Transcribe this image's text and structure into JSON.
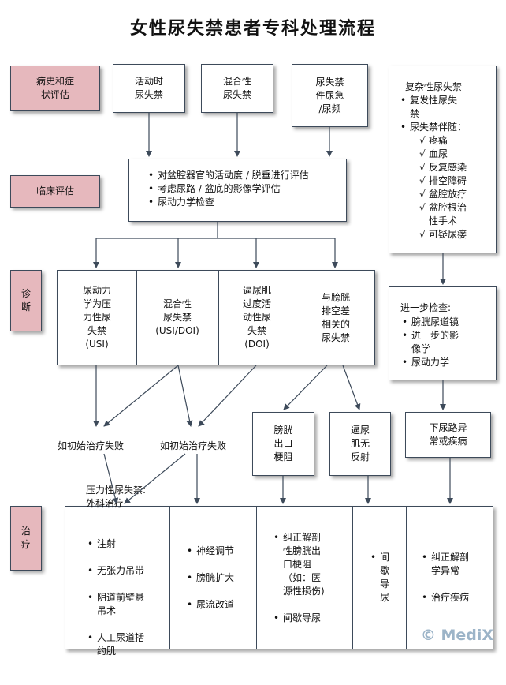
{
  "title": "女性尿失禁患者专科处理流程",
  "stages": {
    "history": "病史和症\n状评估",
    "clinical": "临床评估",
    "diagnosis": "诊\n断",
    "treatment": "治\n疗"
  },
  "top_boxes": {
    "activity": "活动时\n尿失禁",
    "mixed": "混合性\n尿失禁",
    "urge": "尿失禁\n件尿急\n/尿频"
  },
  "complex": {
    "heading": "复杂性尿失禁",
    "items": [
      "复发性尿失\n禁",
      "尿失禁伴随："
    ],
    "checks": [
      "疼痛",
      "血尿",
      "反复感染",
      "排空障碍",
      "盆腔放疗",
      "盆腔根治\n性手术",
      "可疑尿瘘"
    ]
  },
  "clinical_eval": {
    "items": [
      "对盆腔器官的活动度 / 脱垂进行评估",
      "考虑尿路 / 盆底的影像学评估",
      "尿动力学检查"
    ]
  },
  "diagnosis": {
    "cells": [
      "尿动力\n学为压\n力性尿\n失禁\n(USI)",
      "混合性\n尿失禁\n(USI/DOI)",
      "逼尿肌\n过度活\n动性尿\n失禁\n(DOI)",
      "与膀胱\n排空差\n相关的\n尿失禁"
    ]
  },
  "further": {
    "heading": "进一步检查:",
    "items": [
      "膀胱尿道镜",
      "进一步的影\n像学",
      "尿动力学"
    ]
  },
  "failure_labels": [
    "如初始治疗失败",
    "如初始治疗失败"
  ],
  "mid_boxes": {
    "bladder_outlet": "膀胱\n出口\n梗阻",
    "detrusor": "逼尿\n肌无\n反射",
    "lower_urinary": "下尿路异\n常或疾病"
  },
  "treatment": {
    "stress_heading": "压力性尿失禁:\n外科治疗",
    "stress_items": [
      "注射",
      "无张力吊带",
      "阴道前壁悬\n吊术",
      "人工尿道括\n约肌"
    ],
    "neuro_items": [
      "神经调节",
      "膀胱扩大",
      "尿流改道"
    ],
    "correct_items": [
      "纠正解剖\n性膀胱出\n口梗阻\n（如：医\n源性损伤)",
      "间歇导尿"
    ],
    "intermittent": "间\n歇\n导\n尿",
    "last_items": [
      "纠正解剖\n学异常",
      "治疗疾病"
    ]
  },
  "brand": "© MediX",
  "colors": {
    "stage_fill": "#e6b8bd",
    "border": "#3d4a5a",
    "arrow": "#3d4a5a"
  }
}
